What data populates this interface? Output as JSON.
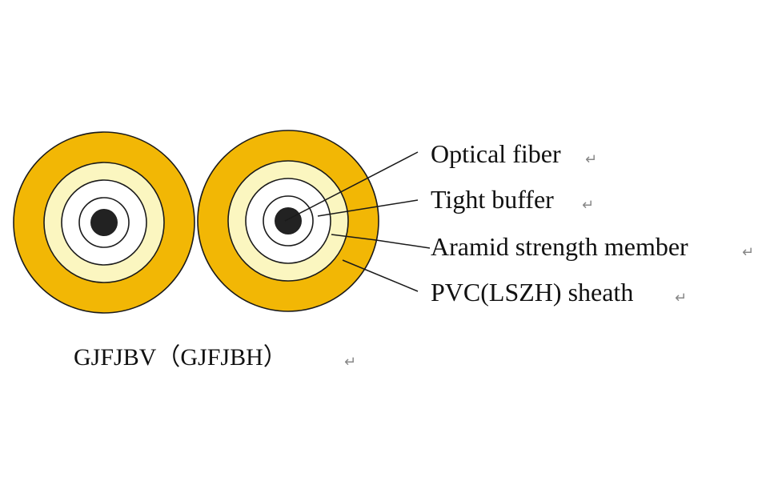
{
  "labels": {
    "optical_fiber": "Optical fiber",
    "tight_buffer": "Tight buffer",
    "aramid": "Aramid strength member",
    "sheath": "PVC(LSZH) sheath"
  },
  "caption": "GJFJBV（GJFJBH）",
  "paragraph_mark": "↵",
  "colors": {
    "sheath": "#f2b705",
    "aramid": "#fbf6c0",
    "buffer": "#ffffff",
    "fiber": "#222222",
    "line": "#1a1a1a"
  }
}
